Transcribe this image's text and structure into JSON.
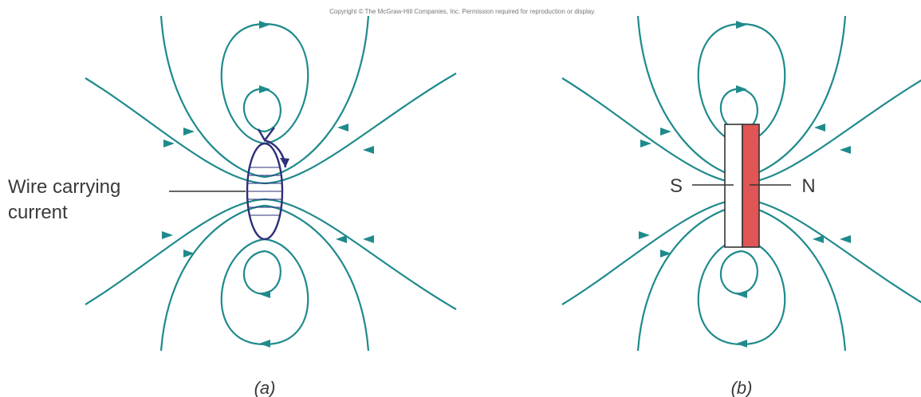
{
  "copyright": "Copyright © The McGraw-Hill Companies, Inc. Permission required for reproduction or display.",
  "panel_a": {
    "caption": "(a)",
    "label_line1": "Wire carrying",
    "label_line2": "current"
  },
  "panel_b": {
    "caption": "(b)",
    "pole_south": "S",
    "pole_north": "N"
  },
  "colors": {
    "field_lines": "#1f8a8c",
    "wire_loop": "#2e2f78",
    "magnet_north": "#e05555",
    "magnet_south": "#ffffff"
  }
}
